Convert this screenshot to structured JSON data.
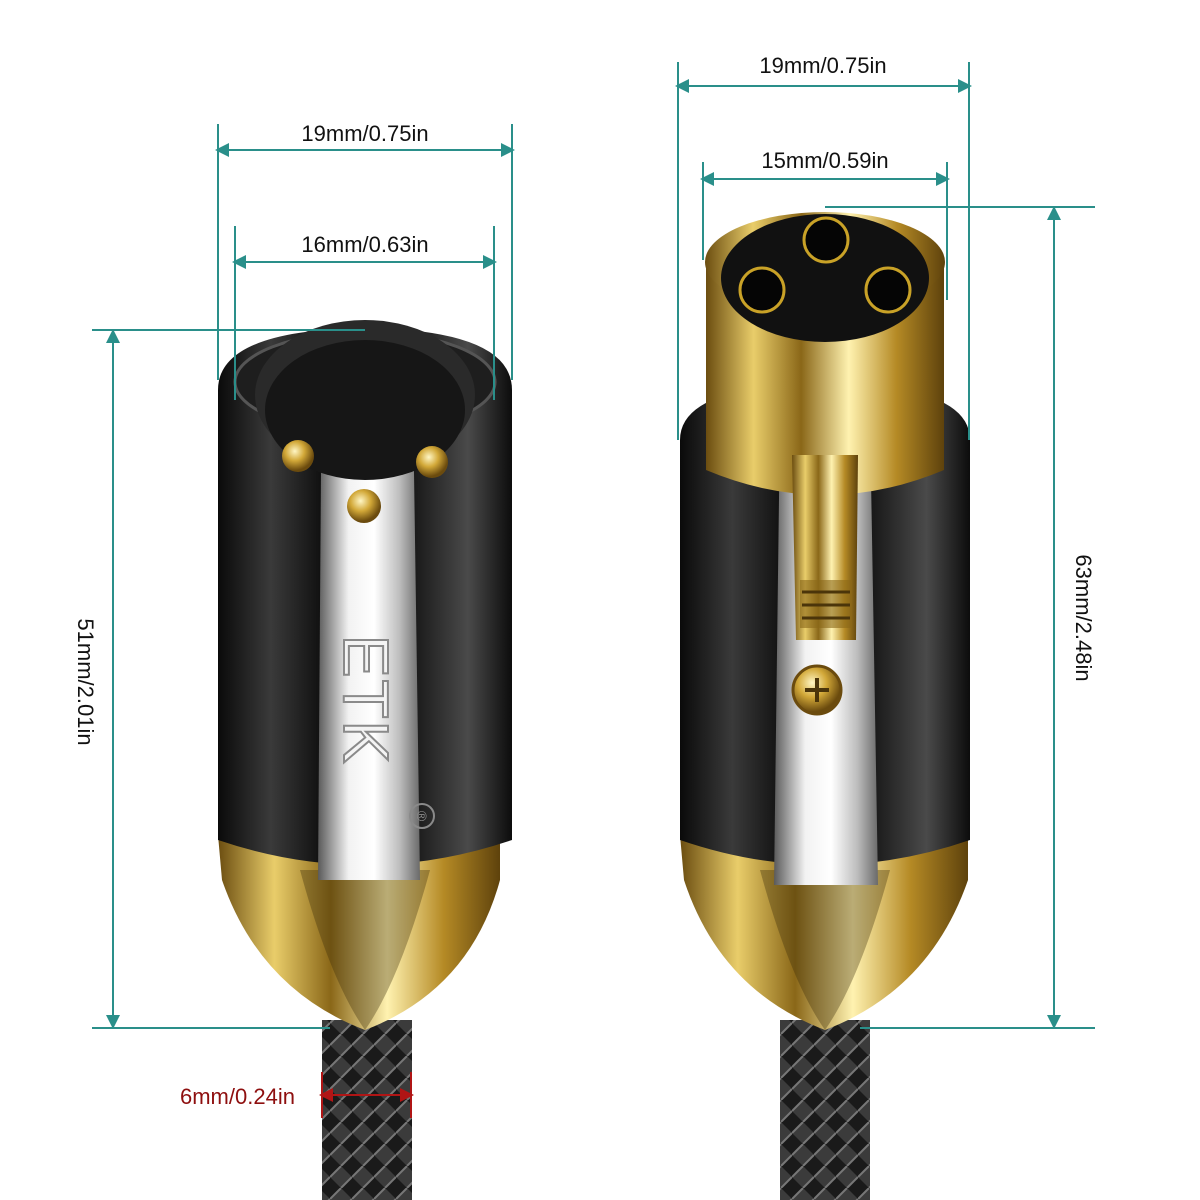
{
  "product": {
    "brand_mark": "ETK",
    "registered_mark": "®"
  },
  "dimensions": {
    "male_outer_width": "19mm/0.75in",
    "male_inner_width": "16mm/0.63in",
    "male_length": "51mm/2.01in",
    "female_outer_width": "19mm/0.75in",
    "female_inner_width": "15mm/0.59in",
    "female_length": "63mm/2.48in",
    "cable_diameter": "6mm/0.24in"
  },
  "colors": {
    "dimension_line": "#2a8f8a",
    "cable_dimension": "#8e0f0f",
    "gold": "#c9a227",
    "body_black": "#1c1c1c",
    "chrome": "#d8d8d8"
  }
}
